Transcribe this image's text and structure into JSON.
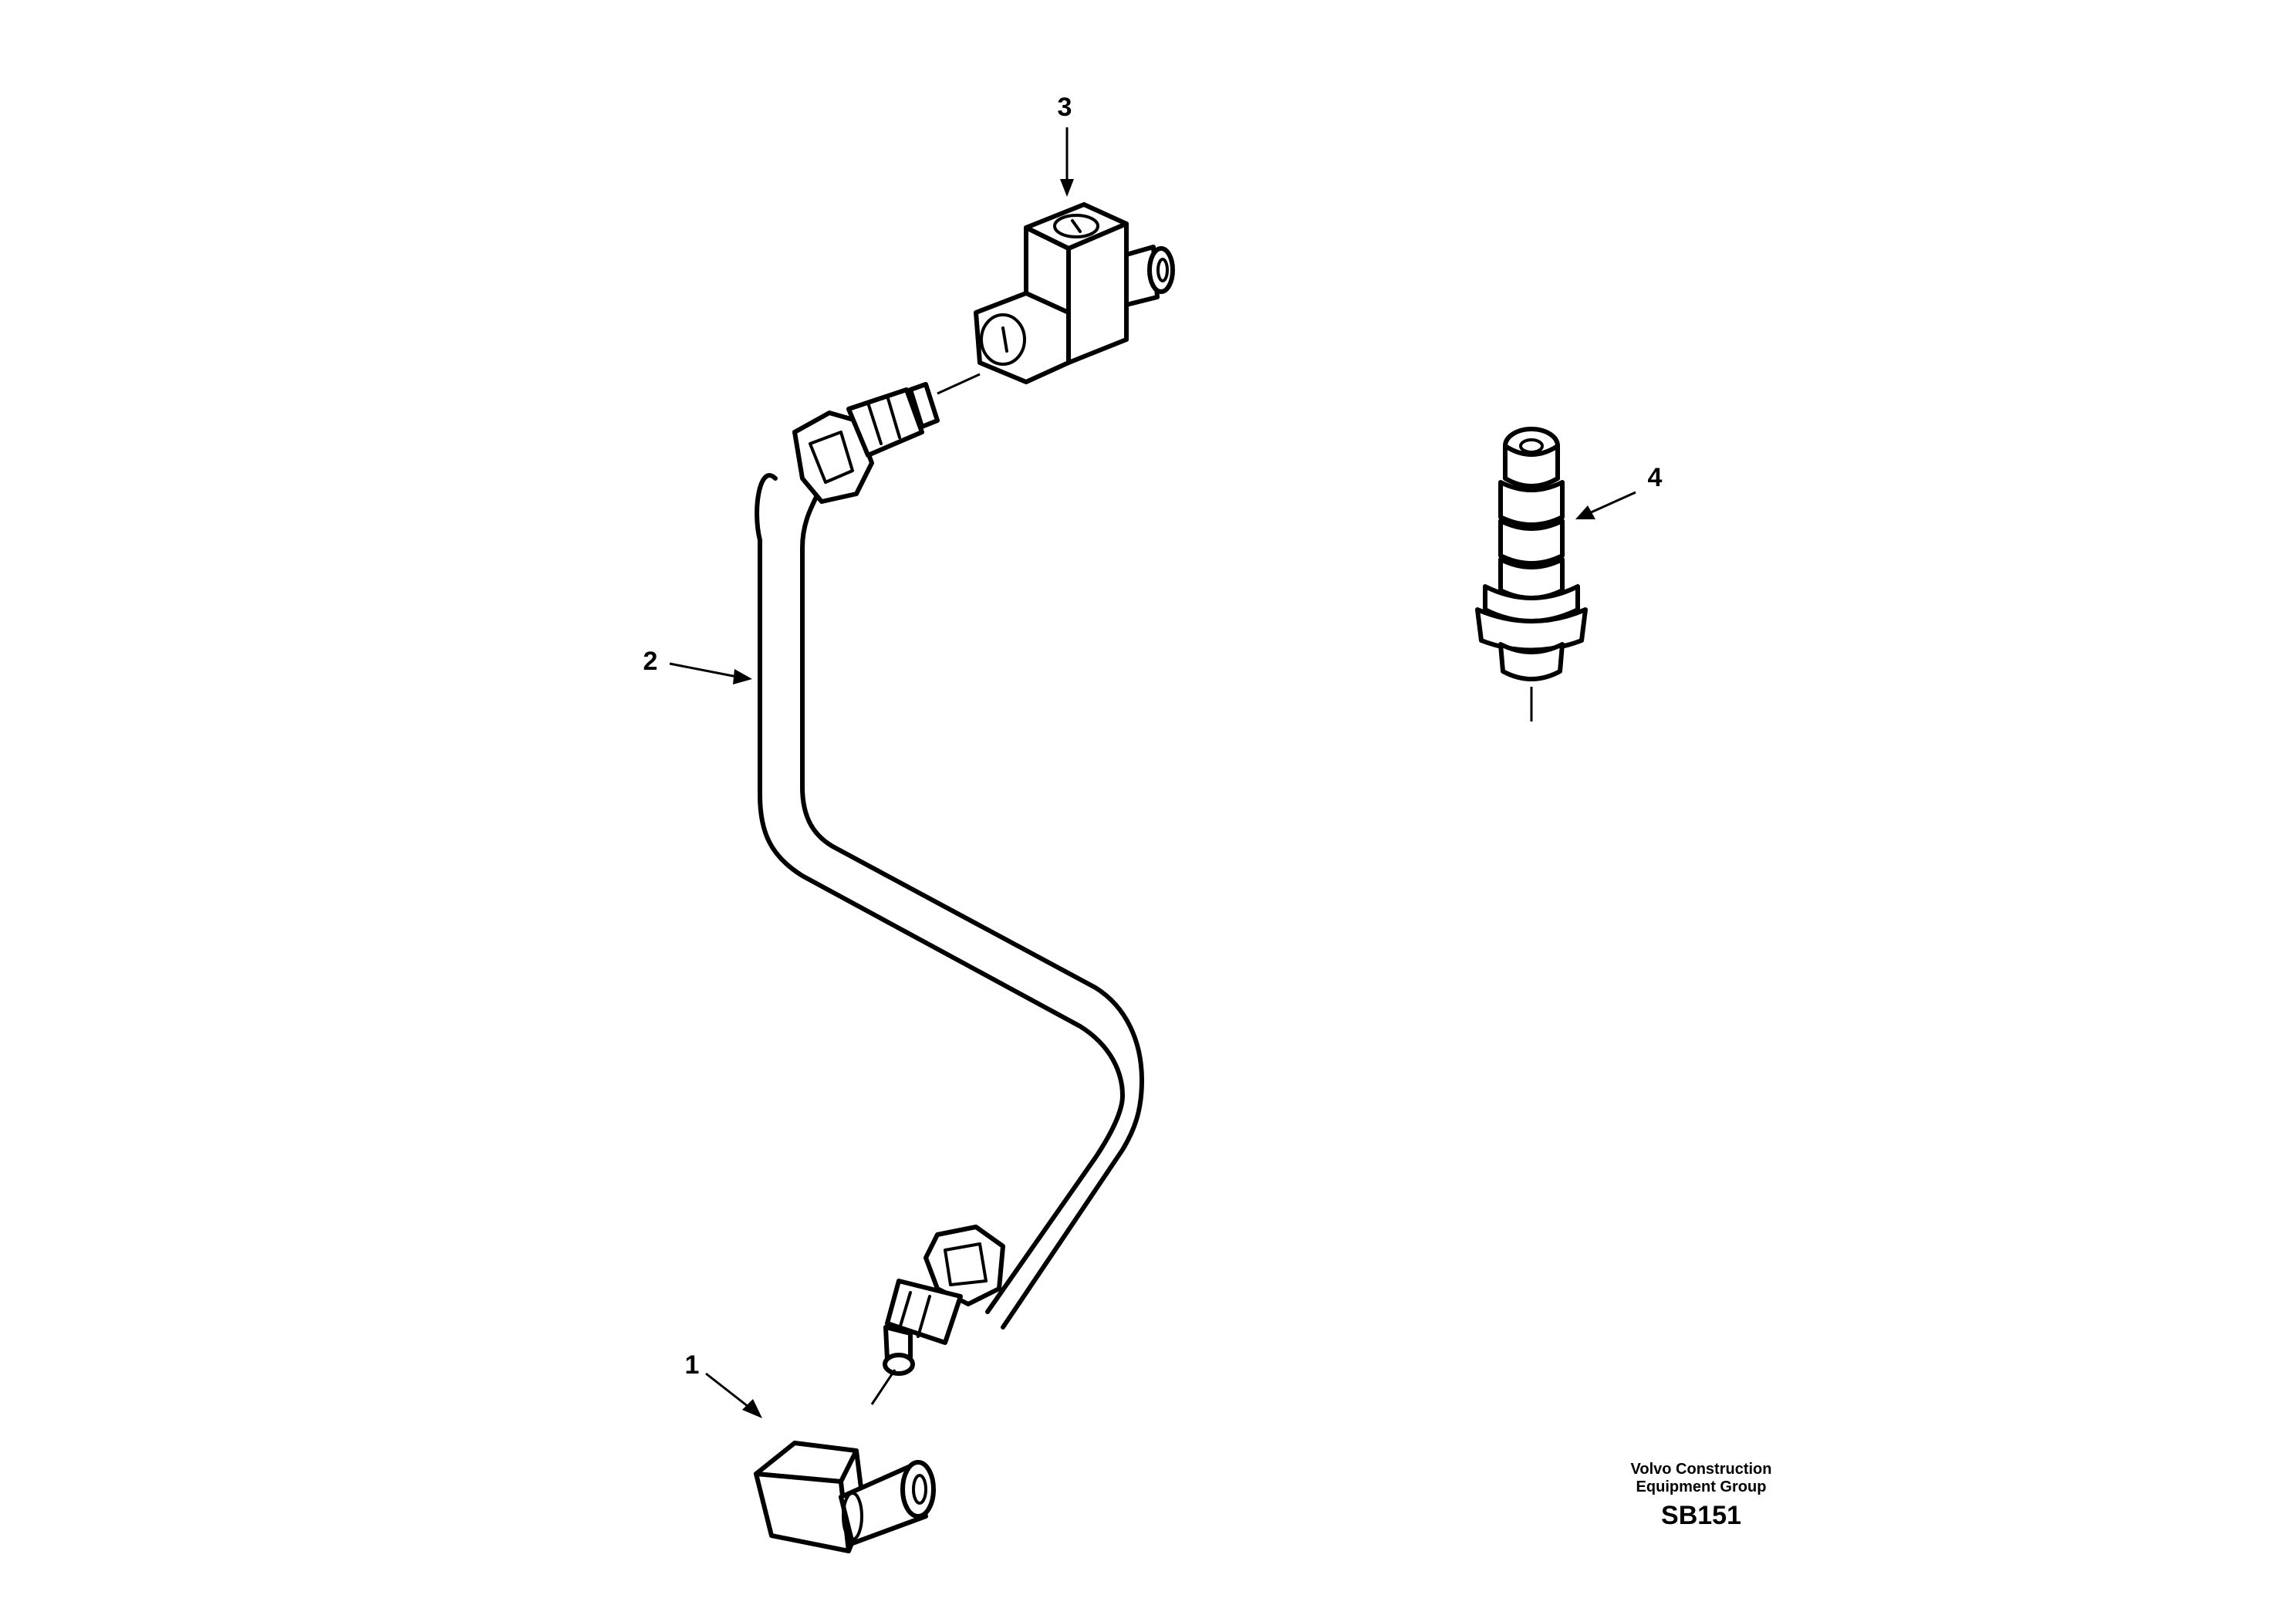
{
  "callouts": [
    {
      "number": "1",
      "part": "elbow-fitting"
    },
    {
      "number": "2",
      "part": "pipe"
    },
    {
      "number": "3",
      "part": "tee-fitting"
    },
    {
      "number": "4",
      "part": "nipple"
    }
  ],
  "credit": {
    "line1": "Volvo Construction",
    "line2": "Equipment Group",
    "code": "SB151"
  }
}
